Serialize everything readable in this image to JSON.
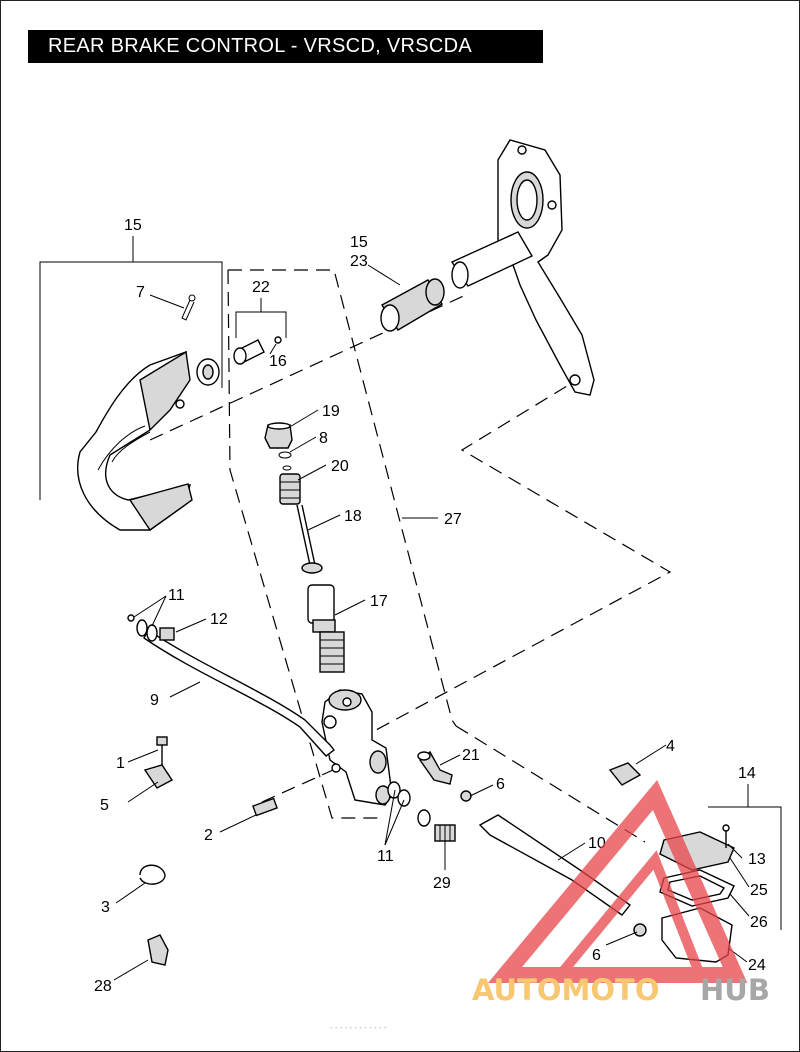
{
  "title": "REAR BRAKE CONTROL - VRSCD, VRSCDA",
  "callouts": {
    "c15a": "15",
    "c15b": "15",
    "c23": "23",
    "c7": "7",
    "c22": "22",
    "c16": "16",
    "c19": "19",
    "c8": "8",
    "c20": "20",
    "c18": "18",
    "c27": "27",
    "c17": "17",
    "c11a": "11",
    "c12": "12",
    "c9": "9",
    "c1": "1",
    "c5": "5",
    "c2": "2",
    "c3": "3",
    "c28": "28",
    "c21": "21",
    "c6a": "6",
    "c11b": "11",
    "c29": "29",
    "c10": "10",
    "c6b": "6",
    "c4": "4",
    "c14": "14",
    "c13": "13",
    "c25": "25",
    "c26": "26",
    "c24": "24"
  },
  "watermark": {
    "part1": "AUTOMOTO",
    "part2": "HUB",
    "color1": "#f5b544",
    "color2": "#8a8a8a",
    "logo_color": "#e8454a"
  },
  "footer": "- - - - - -  - - - - - -"
}
